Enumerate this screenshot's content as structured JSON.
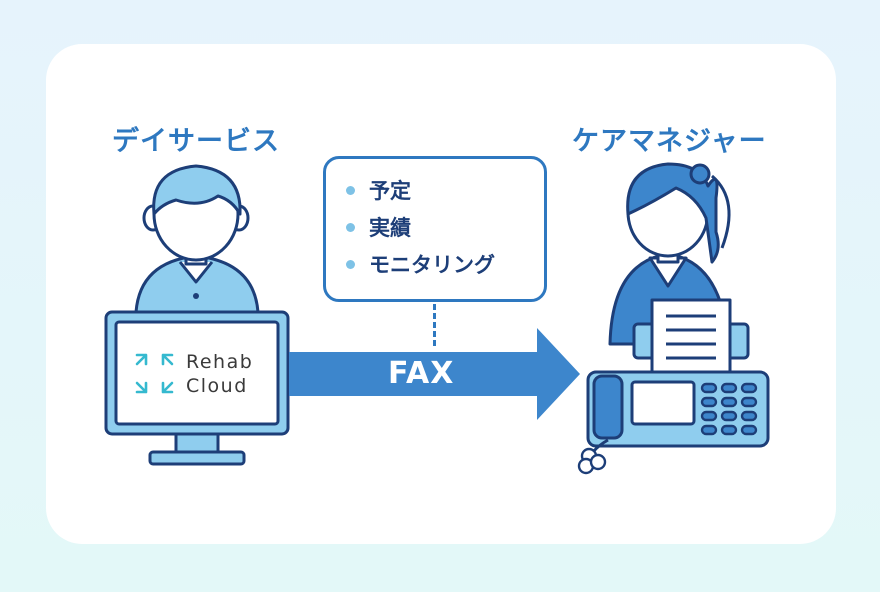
{
  "left_actor": {
    "label": "デイサービス"
  },
  "right_actor": {
    "label": "ケアマネジャー"
  },
  "bubble": {
    "items": [
      "予定",
      "実績",
      "モニタリング"
    ]
  },
  "arrow": {
    "label": "FAX"
  },
  "logo": {
    "line1": "Rehab",
    "line2": "Cloud",
    "icon": "arrows-in-icon"
  },
  "colors": {
    "primary": "#2e78c0",
    "light": "#8fcdee",
    "dark": "#1d3e78",
    "arrow": "#3d86cc",
    "logo_teal": "#35b9cf"
  }
}
